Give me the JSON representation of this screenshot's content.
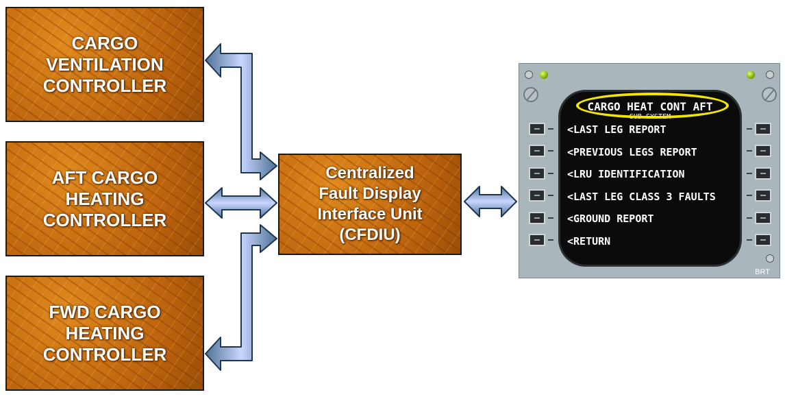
{
  "controllers": {
    "ventilation": "CARGO\nVENTILATION\nCONTROLLER",
    "aft_heating": "AFT CARGO\nHEATING\nCONTROLLER",
    "fwd_heating": "FWD CARGO\nHEATING\nCONTROLLER"
  },
  "cfdiu": "Centralized\nFault Display\nInterface Unit\n(CFDIU)",
  "mcdu": {
    "title": "CARGO HEAT CONT AFT",
    "subtitle": "SUB-SYSTEM",
    "menu": [
      "<LAST LEG REPORT",
      "<PREVIOUS LEGS REPORT",
      "<LRU IDENTIFICATION",
      "<LAST LEG CLASS 3 FAULTS",
      "<GROUND REPORT",
      "<RETURN"
    ],
    "brt_label": "BRT"
  },
  "colors": {
    "box_orange": "#c96f12",
    "arrow_blue": "#2f4f73",
    "highlight_yellow": "#f2e600",
    "panel_gray": "#a9b6bb"
  }
}
